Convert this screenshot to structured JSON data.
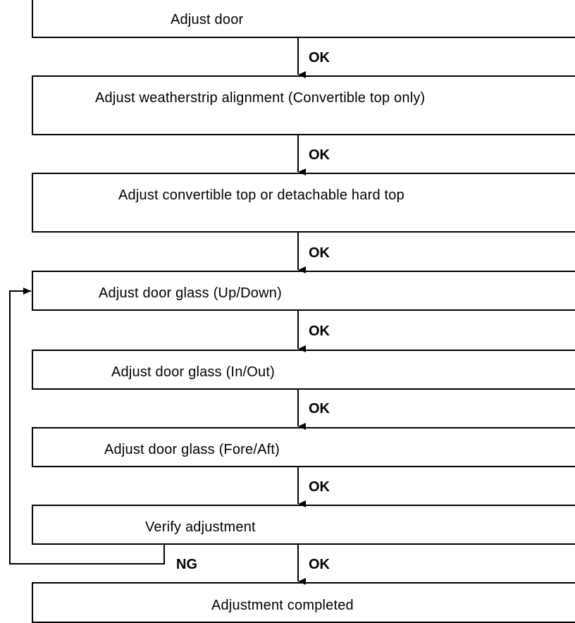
{
  "steps": [
    {
      "label": "Adjust door"
    },
    {
      "label": "Adjust weatherstrip alignment (Convertible top only)"
    },
    {
      "label": "Adjust convertible top or detachable hard top"
    },
    {
      "label": "Adjust door glass (Up/Down)"
    },
    {
      "label": "Adjust door glass (In/Out)"
    },
    {
      "label": "Adjust door glass (Fore/Aft)"
    },
    {
      "label": "Verify adjustment"
    },
    {
      "label": "Adjustment completed"
    }
  ],
  "connectors": {
    "ok_label": "OK",
    "ng_label": "NG"
  }
}
